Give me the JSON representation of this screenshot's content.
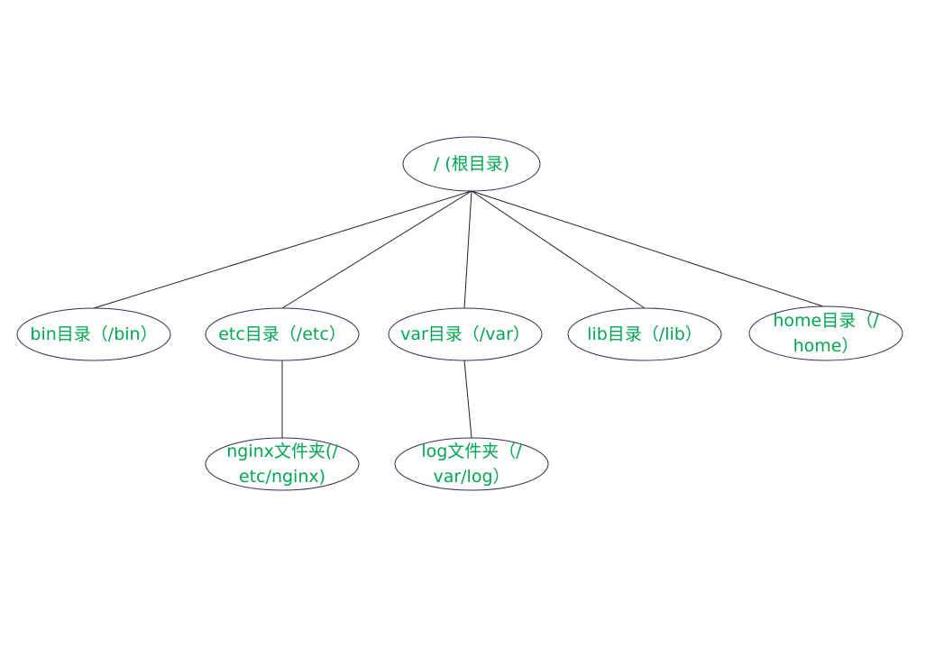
{
  "diagram": {
    "colors": {
      "text": "#00a651",
      "edge": "#222222",
      "node_border": "#2e2e55",
      "node_fill": "#ffffff"
    },
    "nodes": {
      "root": {
        "lines": [
          "/ (根目录)"
        ]
      },
      "bin": {
        "lines": [
          "bin目录（/bin）"
        ]
      },
      "etc": {
        "lines": [
          "etc目录（/etc）"
        ]
      },
      "var": {
        "lines": [
          "var目录（/var）"
        ]
      },
      "lib": {
        "lines": [
          "lib目录（/lib）"
        ]
      },
      "home": {
        "lines": [
          "home目录（/",
          "home）"
        ]
      },
      "nginx": {
        "lines": [
          "nginx文件夹(/",
          "etc/nginx)"
        ]
      },
      "log": {
        "lines": [
          "log文件夹（/",
          "var/log）"
        ]
      }
    },
    "edges": [
      {
        "from": "root",
        "to": "bin"
      },
      {
        "from": "root",
        "to": "etc"
      },
      {
        "from": "root",
        "to": "var"
      },
      {
        "from": "root",
        "to": "lib"
      },
      {
        "from": "root",
        "to": "home"
      },
      {
        "from": "etc",
        "to": "nginx"
      },
      {
        "from": "var",
        "to": "log"
      }
    ]
  }
}
